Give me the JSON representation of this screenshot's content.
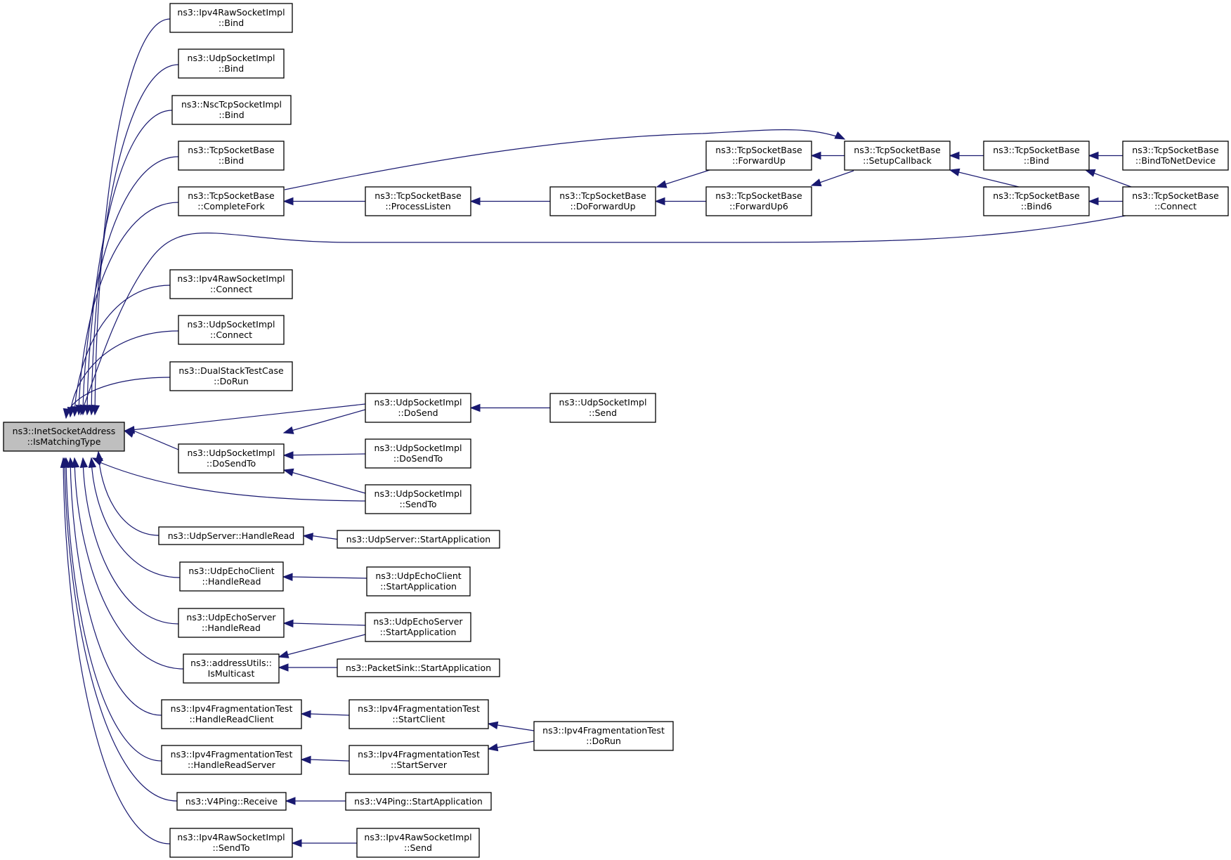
{
  "nodes": [
    {
      "id": "root",
      "l1": "ns3::InetSocketAddress",
      "l2": "::IsMatchingType"
    },
    {
      "id": "a1",
      "l1": "ns3::Ipv4RawSocketImpl",
      "l2": "::Bind"
    },
    {
      "id": "a2",
      "l1": "ns3::UdpSocketImpl",
      "l2": "::Bind"
    },
    {
      "id": "a3",
      "l1": "ns3::NscTcpSocketImpl",
      "l2": "::Bind"
    },
    {
      "id": "a4",
      "l1": "ns3::TcpSocketBase",
      "l2": "::Bind"
    },
    {
      "id": "a5",
      "l1": "ns3::TcpSocketBase",
      "l2": "::CompleteFork"
    },
    {
      "id": "a6",
      "l1": "ns3::Ipv4RawSocketImpl",
      "l2": "::Connect"
    },
    {
      "id": "a7",
      "l1": "ns3::UdpSocketImpl",
      "l2": "::Connect"
    },
    {
      "id": "a8",
      "l1": "ns3::DualStackTestCase",
      "l2": "::DoRun"
    },
    {
      "id": "a9",
      "l1": "ns3::UdpSocketImpl",
      "l2": "::DoSendTo"
    },
    {
      "id": "a10",
      "l1": "ns3::UdpServer::HandleRead",
      "l2": ""
    },
    {
      "id": "a11",
      "l1": "ns3::UdpEchoClient",
      "l2": "::HandleRead"
    },
    {
      "id": "a12",
      "l1": "ns3::UdpEchoServer",
      "l2": "::HandleRead"
    },
    {
      "id": "a13",
      "l1": "ns3::addressUtils::",
      "l2": "IsMulticast"
    },
    {
      "id": "a14",
      "l1": "ns3::Ipv4FragmentationTest",
      "l2": "::HandleReadClient"
    },
    {
      "id": "a15",
      "l1": "ns3::Ipv4FragmentationTest",
      "l2": "::HandleReadServer"
    },
    {
      "id": "a16",
      "l1": "ns3::V4Ping::Receive",
      "l2": ""
    },
    {
      "id": "a17",
      "l1": "ns3::Ipv4RawSocketImpl",
      "l2": "::SendTo"
    },
    {
      "id": "b1",
      "l1": "ns3::TcpSocketBase",
      "l2": "::ProcessListen"
    },
    {
      "id": "b2",
      "l1": "ns3::UdpSocketImpl",
      "l2": "::DoSend"
    },
    {
      "id": "b3",
      "l1": "ns3::UdpSocketImpl",
      "l2": "::DoSendTo"
    },
    {
      "id": "b4",
      "l1": "ns3::UdpSocketImpl",
      "l2": "::SendTo"
    },
    {
      "id": "b5",
      "l1": "ns3::UdpServer::StartApplication",
      "l2": ""
    },
    {
      "id": "b6",
      "l1": "ns3::UdpEchoClient",
      "l2": "::StartApplication"
    },
    {
      "id": "b7",
      "l1": "ns3::UdpEchoServer",
      "l2": "::StartApplication"
    },
    {
      "id": "b8",
      "l1": "ns3::PacketSink::StartApplication",
      "l2": ""
    },
    {
      "id": "b9",
      "l1": "ns3::Ipv4FragmentationTest",
      "l2": "::StartClient"
    },
    {
      "id": "b10",
      "l1": "ns3::Ipv4FragmentationTest",
      "l2": "::StartServer"
    },
    {
      "id": "b11",
      "l1": "ns3::V4Ping::StartApplication",
      "l2": ""
    },
    {
      "id": "b12",
      "l1": "ns3::Ipv4RawSocketImpl",
      "l2": "::Send"
    },
    {
      "id": "c1",
      "l1": "ns3::TcpSocketBase",
      "l2": "::DoForwardUp"
    },
    {
      "id": "c2",
      "l1": "ns3::UdpSocketImpl",
      "l2": "::Send"
    },
    {
      "id": "c3",
      "l1": "ns3::Ipv4FragmentationTest",
      "l2": "::DoRun"
    },
    {
      "id": "d1",
      "l1": "ns3::TcpSocketBase",
      "l2": "::ForwardUp"
    },
    {
      "id": "d2",
      "l1": "ns3::TcpSocketBase",
      "l2": "::ForwardUp6"
    },
    {
      "id": "e1",
      "l1": "ns3::TcpSocketBase",
      "l2": "::SetupCallback"
    },
    {
      "id": "f1",
      "l1": "ns3::TcpSocketBase",
      "l2": "::Bind"
    },
    {
      "id": "f2",
      "l1": "ns3::TcpSocketBase",
      "l2": "::Bind6"
    },
    {
      "id": "g1",
      "l1": "ns3::TcpSocketBase",
      "l2": "::BindToNetDevice"
    },
    {
      "id": "g2",
      "l1": "ns3::TcpSocketBase",
      "l2": "::Connect"
    }
  ]
}
